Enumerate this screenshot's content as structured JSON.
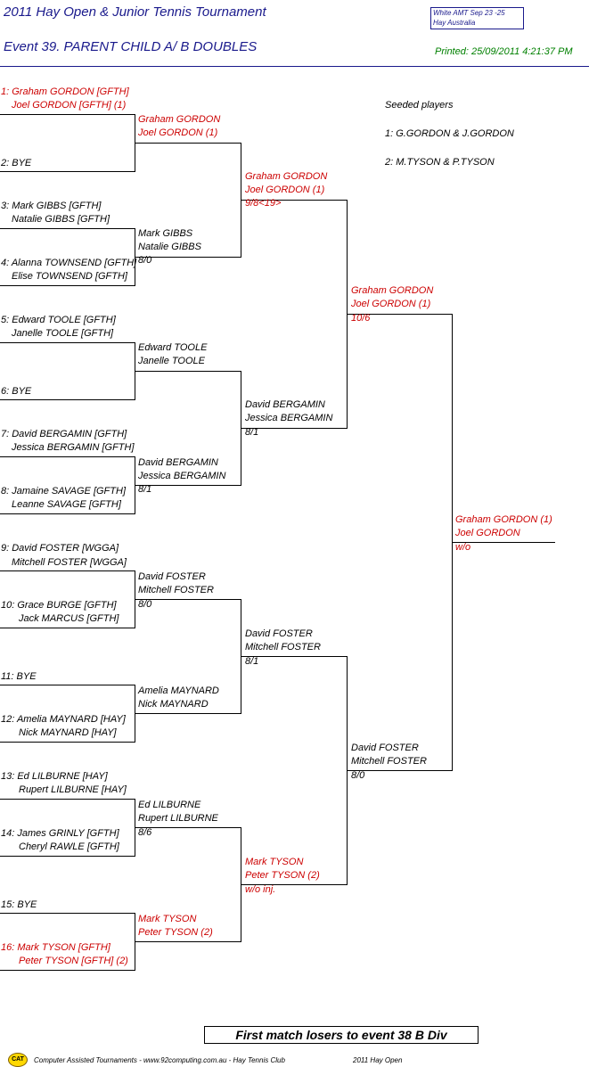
{
  "header": {
    "title": "2011 Hay Open & Junior Tennis Tournament",
    "event": "Event 39. PARENT CHILD A/ B DOUBLES",
    "info_line1": "White AMT    Sep 23 -25",
    "info_line2": "Hay     Australia",
    "printed": "Printed: 25/09/2011 4:21:37 PM"
  },
  "seeded": {
    "title": "Seeded players",
    "s1": "1: G.GORDON & J.GORDON",
    "s2": "2: M.TYSON & P.TYSON"
  },
  "r1": [
    {
      "a": "1: Graham GORDON [GFTH]",
      "b": "Joel GORDON [GFTH] (1)"
    },
    {
      "a": "2: BYE",
      "b": ""
    },
    {
      "a": "3: Mark GIBBS [GFTH]",
      "b": "Natalie GIBBS [GFTH]"
    },
    {
      "a": "4: Alanna TOWNSEND [GFTH]",
      "b": "Elise TOWNSEND [GFTH]"
    },
    {
      "a": "5: Edward TOOLE [GFTH]",
      "b": "Janelle TOOLE [GFTH]"
    },
    {
      "a": "6: BYE",
      "b": ""
    },
    {
      "a": "7: David BERGAMIN [GFTH]",
      "b": "Jessica BERGAMIN [GFTH]"
    },
    {
      "a": "8: Jamaine SAVAGE [GFTH]",
      "b": "Leanne SAVAGE [GFTH]"
    },
    {
      "a": "9: David FOSTER [WGGA]",
      "b": "Mitchell FOSTER [WGGA]"
    },
    {
      "a": "10: Grace BURGE [GFTH]",
      "b": "Jack MARCUS [GFTH]"
    },
    {
      "a": "11: BYE",
      "b": ""
    },
    {
      "a": "12: Amelia MAYNARD [HAY]",
      "b": "Nick MAYNARD [HAY]"
    },
    {
      "a": "13: Ed LILBURNE [HAY]",
      "b": "Rupert LILBURNE [HAY]"
    },
    {
      "a": "14: James GRINLY [GFTH]",
      "b": "Cheryl RAWLE [GFTH]"
    },
    {
      "a": "15: BYE",
      "b": ""
    },
    {
      "a": "16: Mark TYSON [GFTH]",
      "b": "Peter TYSON [GFTH] (2)"
    }
  ],
  "r2": [
    {
      "a": "Graham GORDON",
      "b": "Joel GORDON (1)",
      "s": ""
    },
    {
      "a": "Mark GIBBS",
      "b": "Natalie GIBBS",
      "s": "8/0"
    },
    {
      "a": "Edward TOOLE",
      "b": "Janelle TOOLE",
      "s": ""
    },
    {
      "a": "David BERGAMIN",
      "b": "Jessica BERGAMIN",
      "s": "8/1"
    },
    {
      "a": "David FOSTER",
      "b": "Mitchell FOSTER",
      "s": "8/0"
    },
    {
      "a": "Amelia MAYNARD",
      "b": "Nick MAYNARD",
      "s": ""
    },
    {
      "a": "Ed LILBURNE",
      "b": "Rupert LILBURNE",
      "s": "8/6"
    },
    {
      "a": "Mark TYSON",
      "b": "Peter TYSON (2)",
      "s": ""
    }
  ],
  "r3": [
    {
      "a": "Graham GORDON",
      "b": "Joel GORDON (1)",
      "s": "9/8<19>"
    },
    {
      "a": "David BERGAMIN",
      "b": "Jessica BERGAMIN",
      "s": "8/1"
    },
    {
      "a": "David FOSTER",
      "b": "Mitchell FOSTER",
      "s": "8/1"
    },
    {
      "a": "Mark TYSON",
      "b": "Peter TYSON (2)",
      "s": "w/o inj."
    }
  ],
  "r4": [
    {
      "a": "Graham GORDON",
      "b": "Joel GORDON (1)",
      "s": "10/6"
    },
    {
      "a": "David FOSTER",
      "b": "Mitchell FOSTER",
      "s": "8/0"
    }
  ],
  "final": {
    "a": "Graham GORDON (1)",
    "b": "Joel GORDON",
    "s": "w/o"
  },
  "note": "First match losers to event 38 B Div",
  "footer": {
    "logo": "CAT",
    "text1": "Computer Assisted Tournaments - www.92computing.com.au -  Hay Tennis Club",
    "text2": "2011 Hay Open"
  }
}
